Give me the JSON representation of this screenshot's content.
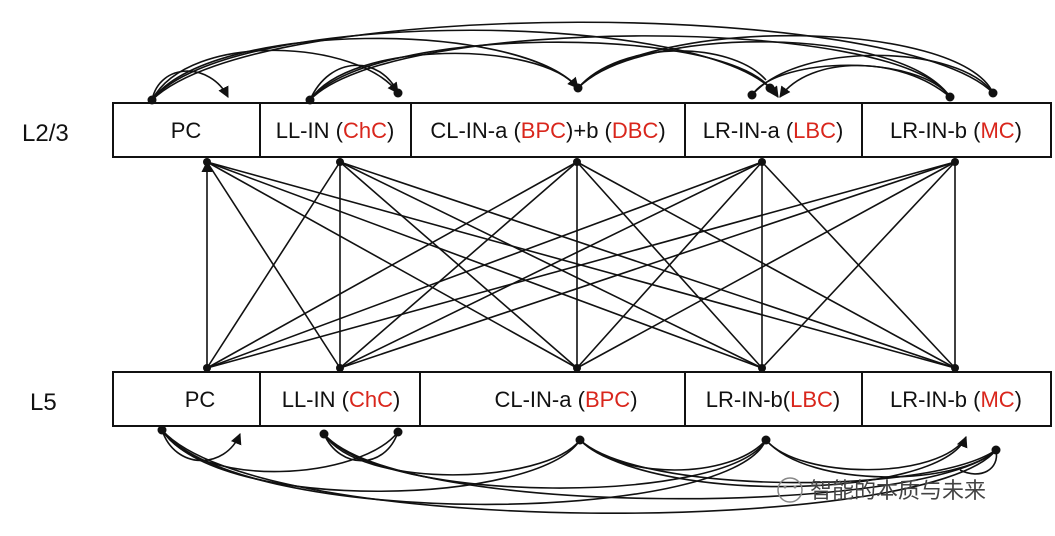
{
  "layers": {
    "top": {
      "label": "L2/3",
      "cells": [
        {
          "text": "PC",
          "abbr": ""
        },
        {
          "text": "LL-IN (",
          "abbr": "ChC",
          "tail": ")"
        },
        {
          "text": "CL-IN-a (",
          "abbr": "BPC",
          "mid": ")+b (",
          "abbr2": "DBC",
          "tail": ")"
        },
        {
          "text": "LR-IN-a (",
          "abbr": "LBC",
          "tail": ")"
        },
        {
          "text": "LR-IN-b (",
          "abbr": "MC",
          "tail": ")"
        }
      ]
    },
    "bottom": {
      "label": "L5",
      "cells": [
        {
          "text": "PC",
          "abbr": ""
        },
        {
          "text": "LL-IN (",
          "abbr": "ChC",
          "tail": ")"
        },
        {
          "text": "CL-IN-a (",
          "abbr": "BPC",
          "tail": ")"
        },
        {
          "text": "LR-IN-b(",
          "abbr": "LBC",
          "tail": ")"
        },
        {
          "text": "LR-IN-b (",
          "abbr": "MC",
          "tail": ")"
        }
      ]
    }
  },
  "watermark": "智能的本质与未来",
  "colors": {
    "abbr": "#d9261c",
    "line": "#111111",
    "box_stroke": "#111111"
  }
}
